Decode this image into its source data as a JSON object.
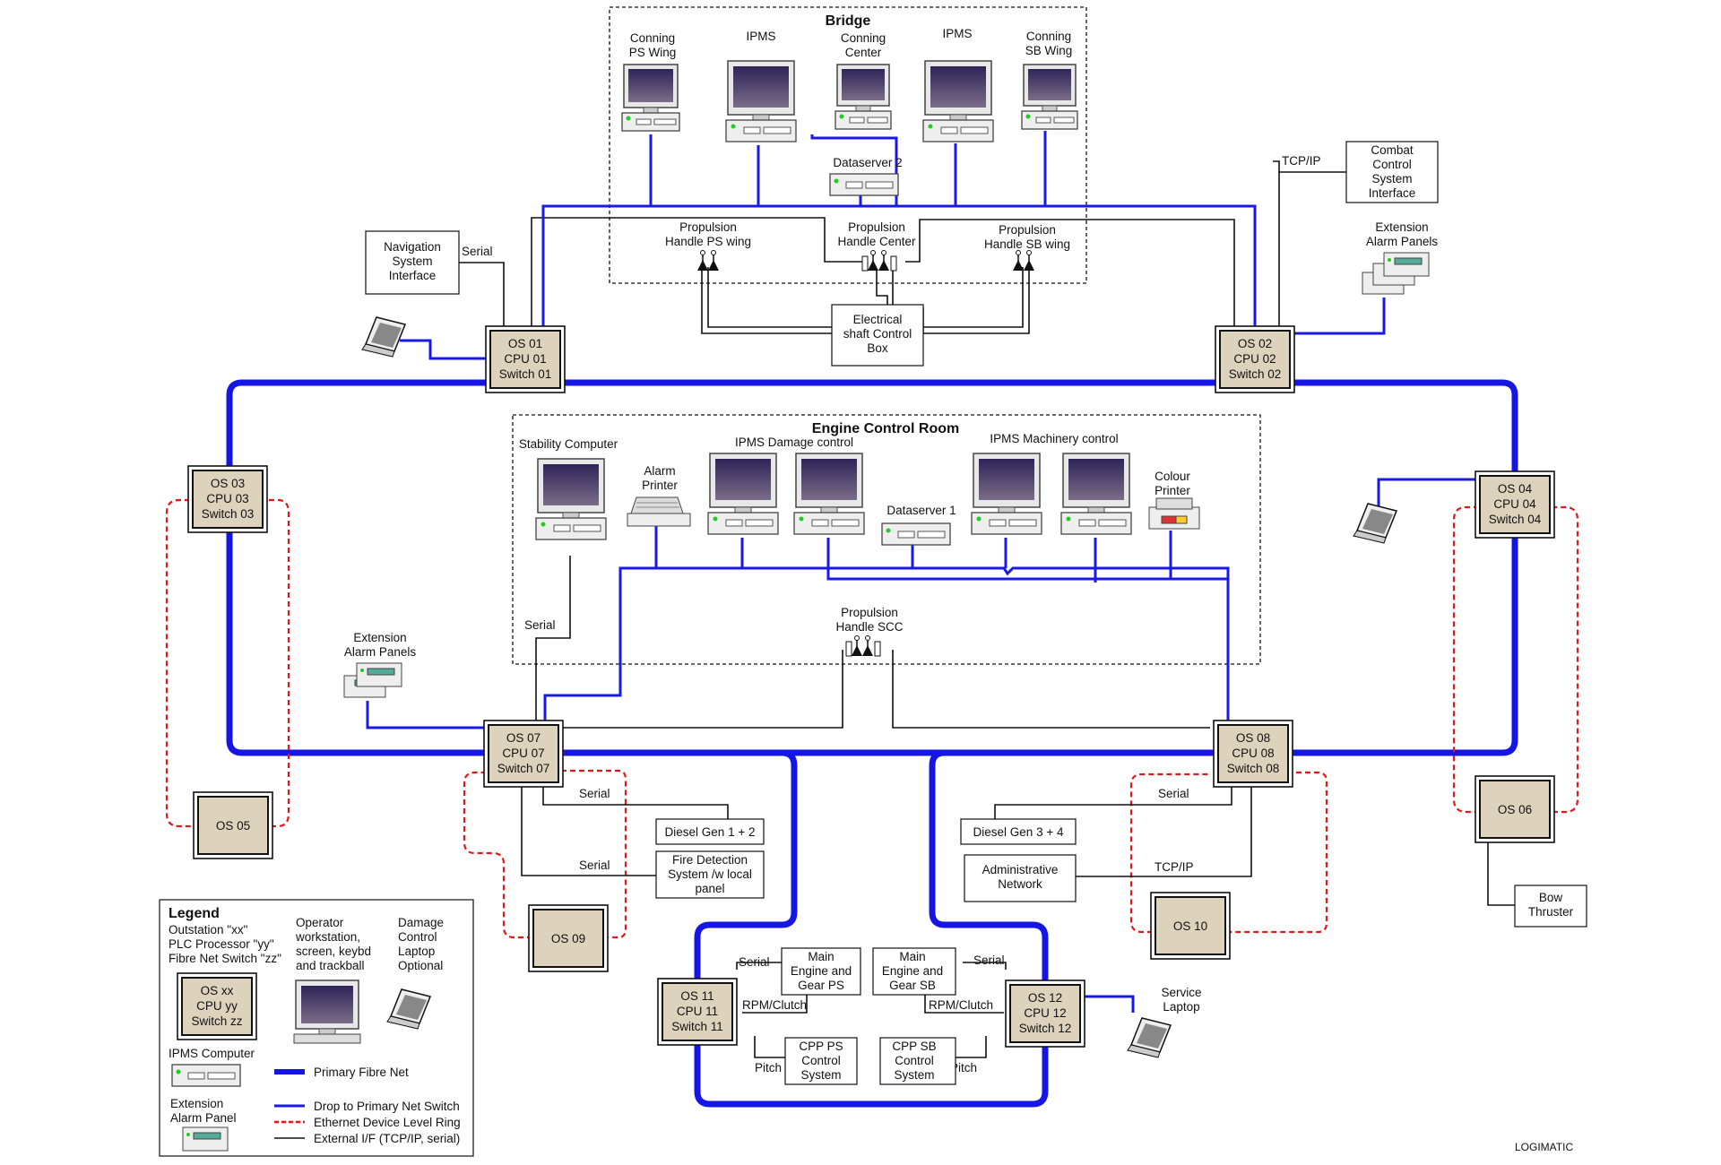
{
  "colors": {
    "primary_fibre": "#1515e6",
    "drop": "#1a1ae8",
    "ring": "#e01818",
    "external": "#111111",
    "os_fill": "#ddd3bd",
    "screen": "#4a3d6a"
  },
  "zones": {
    "bridge": "Bridge",
    "ecr": "Engine Control Room"
  },
  "bridge": {
    "conning_ps": [
      "Conning",
      "PS Wing"
    ],
    "ipms_1": "IPMS",
    "conning_center": [
      "Conning",
      "Center"
    ],
    "ipms_2": "IPMS",
    "conning_sb": [
      "Conning",
      "SB Wing"
    ],
    "dataserver2": "Dataserver 2",
    "prop_ps": [
      "Propulsion",
      "Handle PS wing"
    ],
    "prop_center": [
      "Propulsion",
      "Handle Center"
    ],
    "prop_sb": [
      "Propulsion",
      "Handle SB wing"
    ],
    "esc_box": [
      "Electrical",
      "shaft Control",
      "Box"
    ]
  },
  "ecr": {
    "stability": "Stability Computer",
    "alarm_printer": [
      "Alarm",
      "Printer"
    ],
    "ipms_damage": "IPMS Damage control",
    "dataserver1": "Dataserver 1",
    "ipms_machinery": "IPMS Machinery control",
    "colour_printer": [
      "Colour",
      "Printer"
    ],
    "prop_scc": [
      "Propulsion",
      "Handle SCC"
    ]
  },
  "nodes": {
    "os01": [
      "OS 01",
      "CPU 01",
      "Switch 01"
    ],
    "os02": [
      "OS 02",
      "CPU 02",
      "Switch 02"
    ],
    "os03": [
      "OS 03",
      "CPU 03",
      "Switch 03"
    ],
    "os04": [
      "OS 04",
      "CPU 04",
      "Switch 04"
    ],
    "os05": [
      "OS 05"
    ],
    "os06": [
      "OS 06"
    ],
    "os07": [
      "OS 07",
      "CPU 07",
      "Switch 07"
    ],
    "os08": [
      "OS 08",
      "CPU 08",
      "Switch 08"
    ],
    "os09": [
      "OS 09"
    ],
    "os10": [
      "OS 10"
    ],
    "os11": [
      "OS 11",
      "CPU 11",
      "Switch 11"
    ],
    "os12": [
      "OS 12",
      "CPU 12",
      "Switch 12"
    ]
  },
  "external": {
    "nav": [
      "Navigation",
      "System",
      "Interface"
    ],
    "combat": [
      "Combat",
      "Control",
      "System",
      "Interface"
    ],
    "ext_alarm_top": [
      "Extension",
      "Alarm Panels"
    ],
    "ext_alarm_left": [
      "Extension",
      "Alarm Panels"
    ],
    "diesel12": "Diesel Gen 1 + 2",
    "fire": [
      "Fire Detection",
      "System /w local",
      "panel"
    ],
    "diesel34": "Diesel Gen 3 + 4",
    "admin": [
      "Administrative",
      "Network"
    ],
    "bow": [
      "Bow",
      "Thruster"
    ],
    "main_ps": [
      "Main",
      "Engine and",
      "Gear  PS"
    ],
    "main_sb": [
      "Main",
      "Engine and",
      "Gear  SB"
    ],
    "cpp_ps": [
      "CPP  PS",
      "Control",
      "System"
    ],
    "cpp_sb": [
      "CPP SB",
      "Control",
      "System"
    ],
    "service_laptop": [
      "Service",
      "Laptop"
    ]
  },
  "link_labels": {
    "serial": "Serial",
    "tcpip": "TCP/IP",
    "rpm": "RPM/Clutch",
    "pitch": "Pitch"
  },
  "legend": {
    "title": "Legend",
    "outstation": [
      "Outstation \"xx\"",
      "PLC Processor \"yy\"",
      "Fibre Net Switch \"zz\""
    ],
    "os_sample": [
      "OS xx",
      "CPU yy",
      "Switch zz"
    ],
    "operator": [
      "Operator",
      "workstation,",
      "screen, keybd",
      "and trackball"
    ],
    "damage": [
      "Damage",
      "Control",
      "Laptop",
      "Optional"
    ],
    "ipms_computer": "IPMS Computer",
    "ext_panel": [
      "Extension",
      "Alarm Panel"
    ],
    "primary": "Primary Fibre Net",
    "drop": "Drop to Primary Net Switch",
    "ring": "Ethernet Device Level Ring",
    "external": "External I/F (TCP/IP, serial)"
  },
  "brand": "LOGIMATIC"
}
